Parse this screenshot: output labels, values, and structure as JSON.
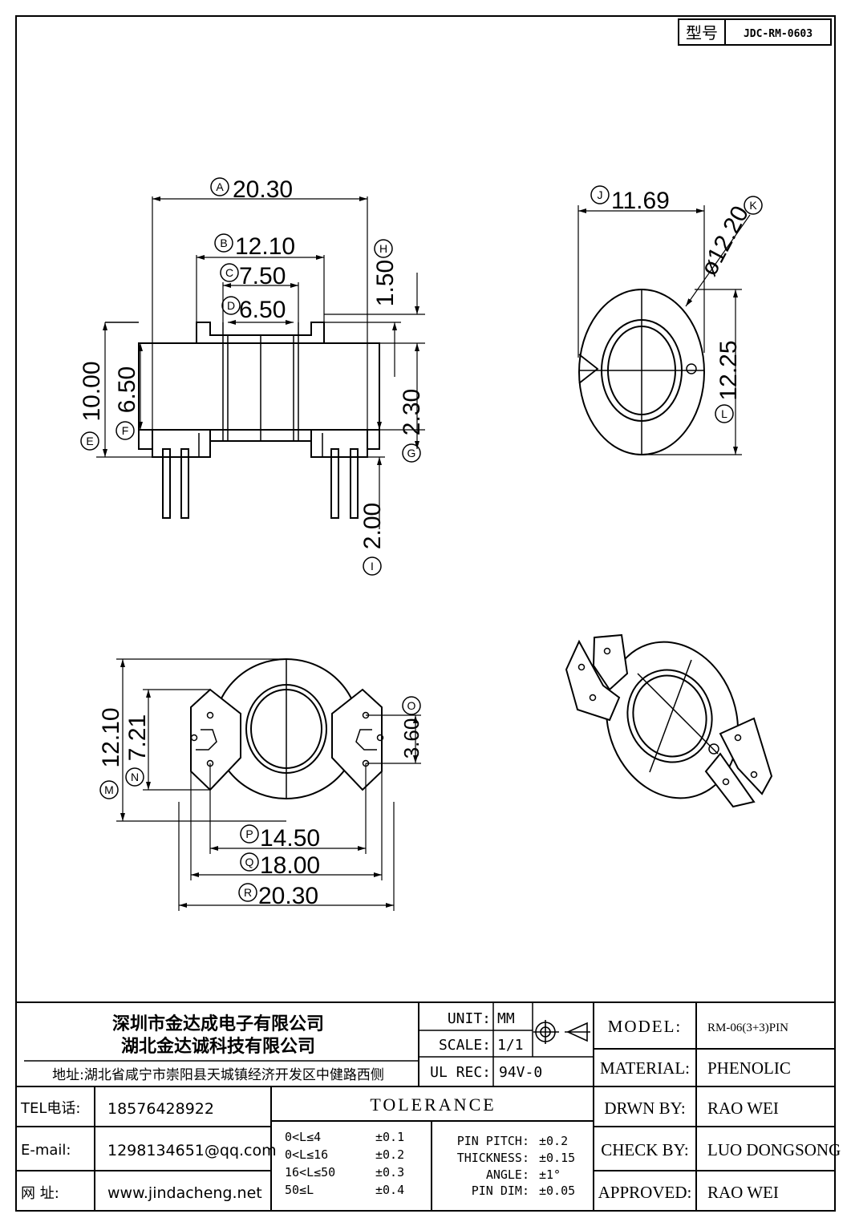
{
  "model_box": {
    "label": "型号",
    "value": "JDC-RM-0603"
  },
  "dimensions": {
    "A": "20.30",
    "B": "12.10",
    "C": "7.50",
    "D": "6.50",
    "E": "10.00",
    "F": "6.50",
    "G": "2.30",
    "H": "1.50",
    "I": "2.00",
    "J": "11.69",
    "K": "12.20",
    "K_prefix": "ø",
    "L": "12.25",
    "M": "12.10",
    "N": "7.21",
    "O": "3.60",
    "P": "14.50",
    "Q": "18.00",
    "R": "20.30"
  },
  "balloons": [
    "A",
    "B",
    "C",
    "D",
    "E",
    "F",
    "G",
    "H",
    "I",
    "J",
    "K",
    "L",
    "M",
    "N",
    "O",
    "P",
    "Q",
    "R"
  ],
  "company": {
    "name1": "深圳市金达成电子有限公司",
    "name2": "湖北金达诚科技有限公司",
    "address": "地址:湖北省咸宁市崇阳县天城镇经济开发区中健路西侧",
    "tel_label": "TEL电话:",
    "tel": "18576428922",
    "email_label": "E-mail:",
    "email": "1298134651@qq.com",
    "web_label": "网    址:",
    "web": "www.jindacheng.net"
  },
  "spec": {
    "unit_label": "UNIT:",
    "unit": "MM",
    "scale_label": "SCALE:",
    "scale": "1/1",
    "ulrec_label": "UL REC:",
    "ulrec": "94V-0",
    "tolerance_title": "TOLERANCE",
    "tolerance_rows": [
      {
        "range": "0<L≤4",
        "value": "±0.1"
      },
      {
        "range": "0<L≤16",
        "value": "±0.2"
      },
      {
        "range": "16<L≤50",
        "value": "±0.3"
      },
      {
        "range": "50≤L",
        "value": "±0.4"
      }
    ],
    "extra_rows": [
      {
        "label": "PIN PITCH:",
        "value": "±0.2"
      },
      {
        "label": "THICKNESS:",
        "value": "±0.15"
      },
      {
        "label": "ANGLE:",
        "value": "±1°"
      },
      {
        "label": "PIN DIM:",
        "value": "±0.05"
      }
    ]
  },
  "info": {
    "model_label": "MODEL:",
    "model": "RM-06(3+3)PIN",
    "material_label": "MATERIAL:",
    "material": "PHENOLIC",
    "drawn_label": "DRWN BY:",
    "drawn": "RAO WEI",
    "check_label": "CHECK BY:",
    "check": "LUO DONGSONG",
    "approved_label": "APPROVED:",
    "approved": "RAO WEI"
  },
  "colors": {
    "line": "#000000",
    "paper": "#ffffff"
  }
}
